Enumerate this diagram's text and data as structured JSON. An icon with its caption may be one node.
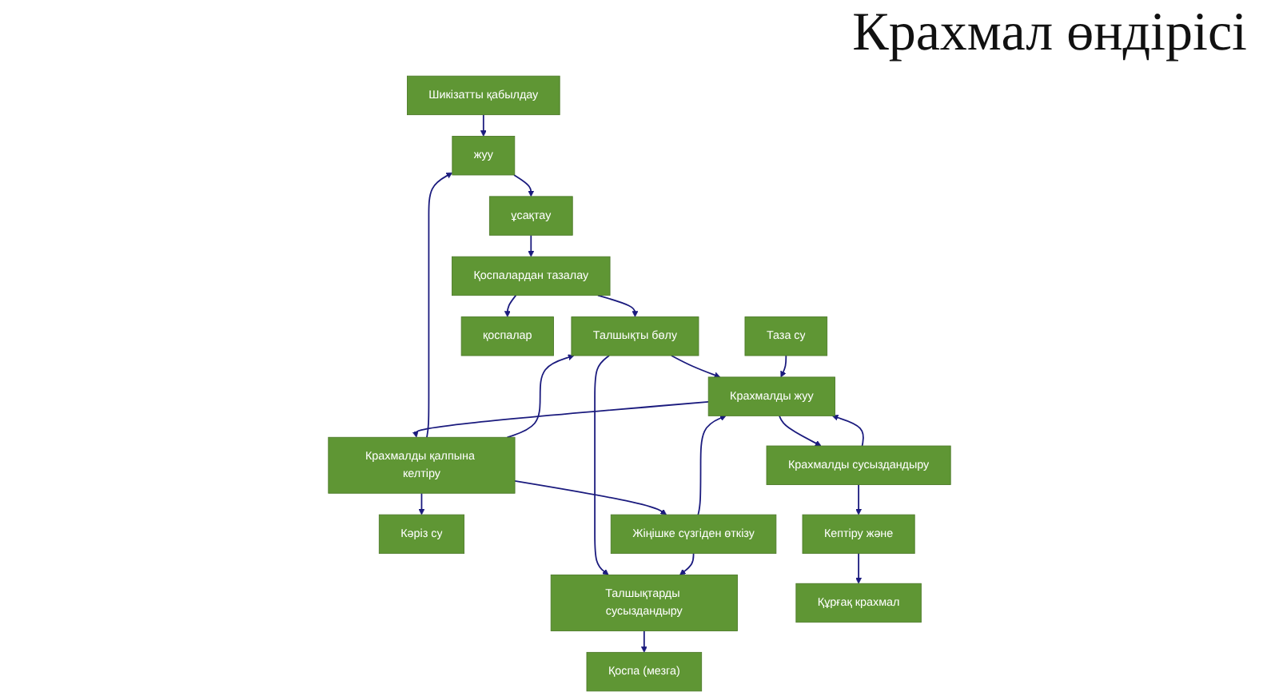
{
  "diagram": {
    "title": "Крахмал өндірісі",
    "nodes": [
      {
        "text": [
          "Шикізатты қабылдау"
        ]
      },
      {
        "text": [
          "жуу"
        ]
      },
      {
        "text": [
          "ұсақтау"
        ]
      },
      {
        "text": [
          "Қоспалардан тазалау"
        ]
      },
      {
        "text": [
          "Талшықты бөлу"
        ]
      },
      {
        "text": [
          "Кәріз су"
        ]
      },
      {
        "text": [
          "қоспалар"
        ]
      },
      {
        "text": [
          "Талшықтарды сусыздандыру"
        ]
      },
      {
        "text": [
          "Таза су"
        ]
      },
      {
        "text": [
          "Крахмалды жуу"
        ]
      },
      {
        "text": [
          "Крахмалды қалпына келтіру"
        ]
      },
      {
        "text": [
          "Жіңішке сүзгіден өткізу"
        ]
      },
      {
        "text": [
          "Крахмалды сусыздандыру"
        ]
      },
      {
        "text": [
          "Кептіру және"
        ]
      },
      {
        "text": [
          "Құрғақ крахмал"
        ]
      },
      {
        "text": [
          "Қоспа (мезга)"
        ]
      }
    ],
    "edges": [
      {
        "from": 0,
        "to": 1,
        "arrow": "to"
      },
      {
        "from": 1,
        "to": 2,
        "arrow": "to"
      },
      {
        "from": 2,
        "to": 3,
        "arrow": "to"
      },
      {
        "from": 3,
        "to": 6,
        "arrow": "to"
      },
      {
        "from": 3,
        "to": 4,
        "arrow": "to"
      },
      {
        "from": 4,
        "to": 7,
        "arrow": "to"
      },
      {
        "from": 4,
        "to": 9,
        "arrow": "to"
      },
      {
        "from": 10,
        "to": 5,
        "arrow": "to"
      },
      {
        "from": 10,
        "to": 1,
        "arrow": "to"
      },
      {
        "from": 10,
        "to": 4,
        "arrow": "to"
      },
      {
        "from": 8,
        "to": 9,
        "arrow": "to"
      },
      {
        "from": 12,
        "to": 9,
        "arrow": "to"
      },
      {
        "from": 9,
        "to": 10,
        "arrow": "to"
      },
      {
        "from": 10,
        "to": 11,
        "arrow": "to"
      },
      {
        "from": 11,
        "to": 7,
        "arrow": "to"
      },
      {
        "from": 11,
        "to": 9,
        "arrow": "to"
      },
      {
        "from": 9,
        "to": 12,
        "arrow": "to"
      },
      {
        "from": 12,
        "to": 13,
        "arrow": "to"
      },
      {
        "from": 13,
        "to": 14,
        "arrow": "to"
      },
      {
        "from": 7,
        "to": 15,
        "arrow": "to"
      }
    ]
  }
}
